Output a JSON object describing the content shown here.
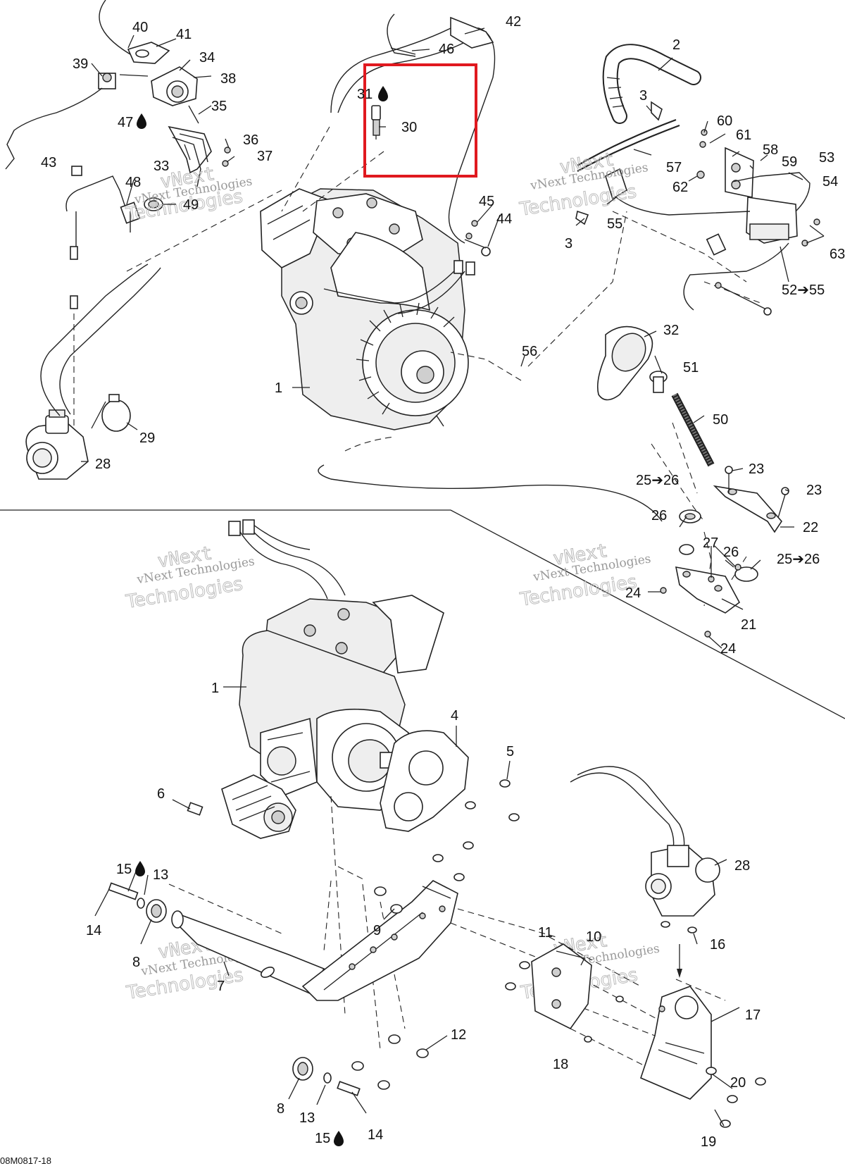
{
  "diagram": {
    "doc_code": "08M0817-18",
    "watermark": {
      "line1": "vNext Technologies",
      "line2": "vNext",
      "line3": "Technologies"
    },
    "highlight_color": "#e0191f",
    "highlighted_parts": [
      "30",
      "31"
    ],
    "callouts": [
      {
        "id": "c1",
        "text": "1"
      },
      {
        "id": "c1b",
        "text": "1"
      },
      {
        "id": "c2",
        "text": "2"
      },
      {
        "id": "c3a",
        "text": "3"
      },
      {
        "id": "c3b",
        "text": "3"
      },
      {
        "id": "c4",
        "text": "4"
      },
      {
        "id": "c5",
        "text": "5"
      },
      {
        "id": "c6",
        "text": "6"
      },
      {
        "id": "c7",
        "text": "7"
      },
      {
        "id": "c8a",
        "text": "8"
      },
      {
        "id": "c8b",
        "text": "8"
      },
      {
        "id": "c9",
        "text": "9"
      },
      {
        "id": "c10",
        "text": "10"
      },
      {
        "id": "c11",
        "text": "11"
      },
      {
        "id": "c12",
        "text": "12"
      },
      {
        "id": "c13a",
        "text": "13"
      },
      {
        "id": "c13b",
        "text": "13"
      },
      {
        "id": "c14a",
        "text": "14"
      },
      {
        "id": "c14b",
        "text": "14"
      },
      {
        "id": "c15a",
        "text": "15"
      },
      {
        "id": "c15b",
        "text": "15"
      },
      {
        "id": "c16",
        "text": "16"
      },
      {
        "id": "c17",
        "text": "17"
      },
      {
        "id": "c18",
        "text": "18"
      },
      {
        "id": "c19",
        "text": "19"
      },
      {
        "id": "c20",
        "text": "20"
      },
      {
        "id": "c21",
        "text": "21"
      },
      {
        "id": "c22",
        "text": "22"
      },
      {
        "id": "c23a",
        "text": "23"
      },
      {
        "id": "c23b",
        "text": "23"
      },
      {
        "id": "c24a",
        "text": "24"
      },
      {
        "id": "c24b",
        "text": "24"
      },
      {
        "id": "c2526a",
        "text": "25➔26"
      },
      {
        "id": "c2526b",
        "text": "25➔26"
      },
      {
        "id": "c26a",
        "text": "26"
      },
      {
        "id": "c26b",
        "text": "26"
      },
      {
        "id": "c27",
        "text": "27"
      },
      {
        "id": "c28a",
        "text": "28"
      },
      {
        "id": "c28b",
        "text": "28"
      },
      {
        "id": "c29",
        "text": "29"
      },
      {
        "id": "c30",
        "text": "30"
      },
      {
        "id": "c31",
        "text": "31"
      },
      {
        "id": "c32",
        "text": "32"
      },
      {
        "id": "c33",
        "text": "33"
      },
      {
        "id": "c34",
        "text": "34"
      },
      {
        "id": "c35",
        "text": "35"
      },
      {
        "id": "c36",
        "text": "36"
      },
      {
        "id": "c37",
        "text": "37"
      },
      {
        "id": "c38",
        "text": "38"
      },
      {
        "id": "c39",
        "text": "39"
      },
      {
        "id": "c40",
        "text": "40"
      },
      {
        "id": "c41",
        "text": "41"
      },
      {
        "id": "c42",
        "text": "42"
      },
      {
        "id": "c43",
        "text": "43"
      },
      {
        "id": "c44",
        "text": "44"
      },
      {
        "id": "c45",
        "text": "45"
      },
      {
        "id": "c46",
        "text": "46"
      },
      {
        "id": "c47",
        "text": "47"
      },
      {
        "id": "c48",
        "text": "48"
      },
      {
        "id": "c49",
        "text": "49"
      },
      {
        "id": "c50",
        "text": "50"
      },
      {
        "id": "c51",
        "text": "51"
      },
      {
        "id": "c5255",
        "text": "52➔55"
      },
      {
        "id": "c53",
        "text": "53"
      },
      {
        "id": "c54",
        "text": "54"
      },
      {
        "id": "c55",
        "text": "55"
      },
      {
        "id": "c56",
        "text": "56"
      },
      {
        "id": "c57",
        "text": "57"
      },
      {
        "id": "c58",
        "text": "58"
      },
      {
        "id": "c59",
        "text": "59"
      },
      {
        "id": "c60",
        "text": "60"
      },
      {
        "id": "c61",
        "text": "61"
      },
      {
        "id": "c62",
        "text": "62"
      },
      {
        "id": "c63",
        "text": "63"
      }
    ]
  }
}
